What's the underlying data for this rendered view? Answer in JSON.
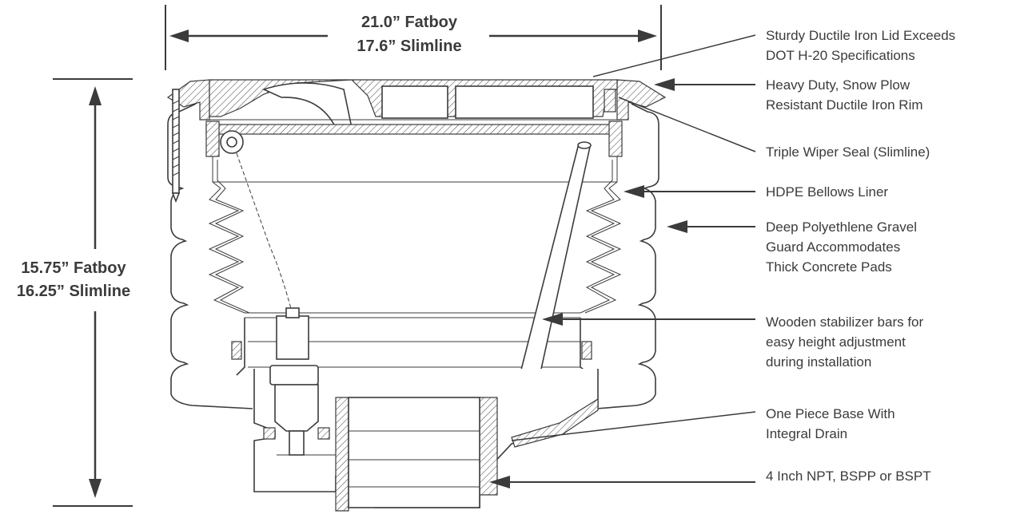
{
  "dimensions": {
    "width": [
      "21.0” Fatboy",
      "17.6” Slimline"
    ],
    "height": [
      "15.75” Fatboy",
      "16.25” Slimline"
    ]
  },
  "callouts": [
    {
      "lines": [
        "Sturdy Ductile Iron Lid Exceeds",
        "DOT H-20 Specifications"
      ]
    },
    {
      "lines": [
        "Heavy Duty, Snow Plow",
        "Resistant Ductile Iron Rim"
      ]
    },
    {
      "lines": [
        "Triple Wiper Seal (Slimline)"
      ]
    },
    {
      "lines": [
        "HDPE Bellows Liner"
      ]
    },
    {
      "lines": [
        "Deep Polyethlene Gravel",
        "Guard Accommodates",
        "Thick Concrete Pads"
      ]
    },
    {
      "lines": [
        "Wooden stabilizer bars for",
        "easy height adjustment",
        "during installation"
      ]
    },
    {
      "lines": [
        "One Piece Base With",
        "Integral Drain"
      ]
    },
    {
      "lines": [
        "4 Inch NPT, BSPP or BSPT"
      ]
    }
  ],
  "colors": {
    "ink": "#3b3b3b",
    "paper": "#ffffff"
  }
}
